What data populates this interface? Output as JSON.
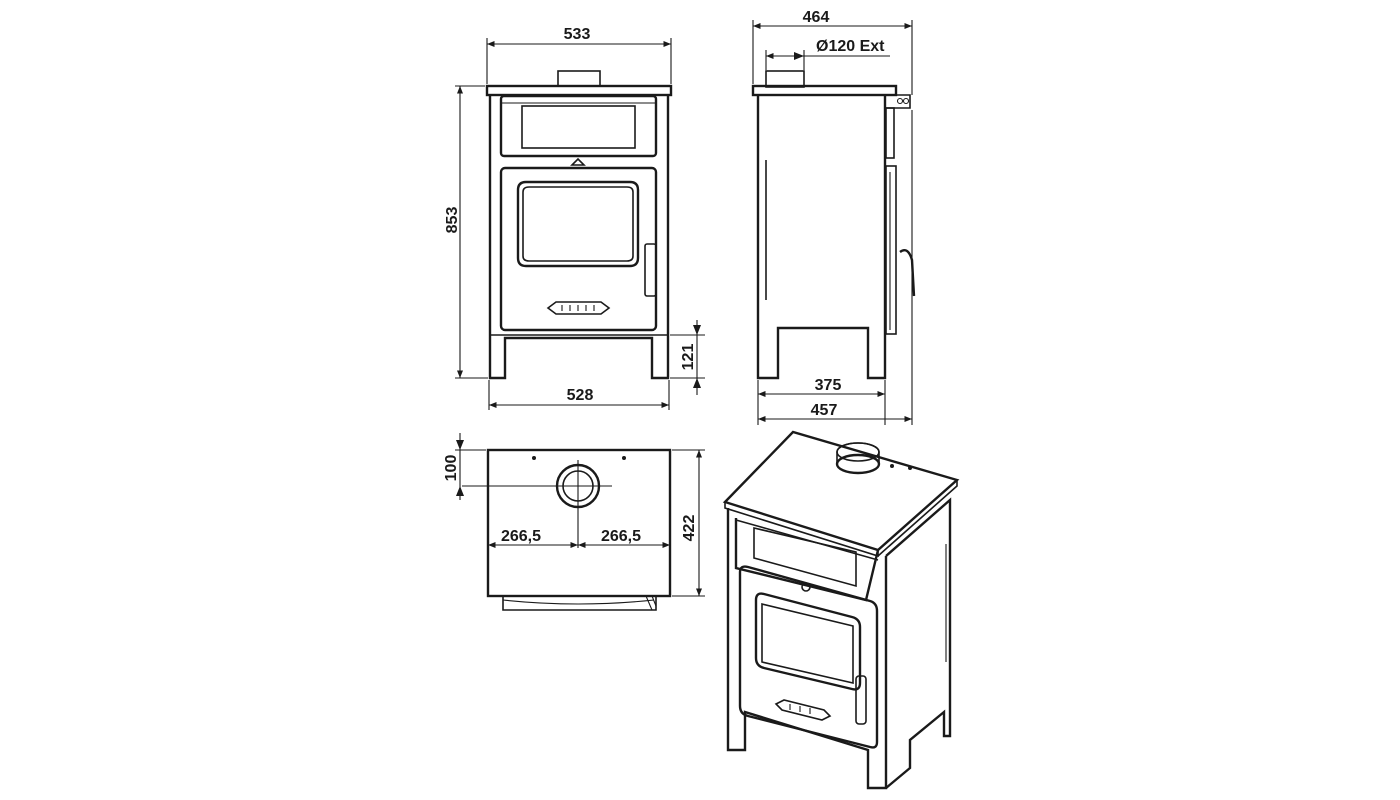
{
  "dimensions": {
    "front_width_top": "533",
    "front_height": "853",
    "front_width_bottom": "528",
    "leg_height": "121",
    "side_depth_top": "464",
    "flue_diameter": "Ø120 Ext",
    "side_leg_span": "375",
    "side_depth_bottom": "457",
    "top_flue_offset": "100",
    "top_flue_left": "266,5",
    "top_flue_right": "266,5",
    "top_depth": "422"
  }
}
